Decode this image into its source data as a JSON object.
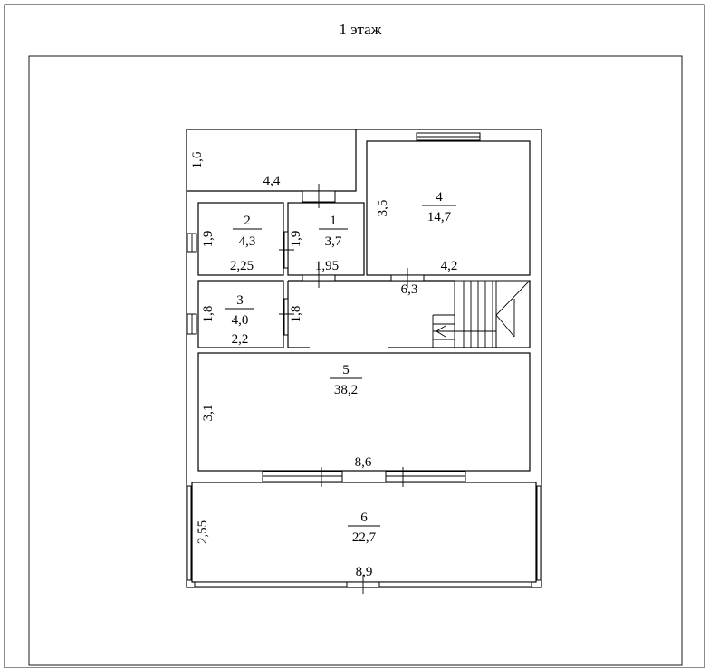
{
  "title": "1 этаж",
  "rooms": [
    {
      "id": "1",
      "number": "1",
      "area": "3,7"
    },
    {
      "id": "2",
      "number": "2",
      "area": "4,3"
    },
    {
      "id": "3",
      "number": "3",
      "area": "4,0"
    },
    {
      "id": "4",
      "number": "4",
      "area": "14,7"
    },
    {
      "id": "5",
      "number": "5",
      "area": "38,2"
    },
    {
      "id": "6",
      "number": "6",
      "area": "22,7"
    }
  ],
  "dimensions": {
    "porch_height": "1,6",
    "porch_width": "4,4",
    "room4_height": "3,5",
    "room4_width": "4,2",
    "room2_height": "1,9",
    "room2_width": "2,25",
    "room1_height": "1,9",
    "room1_width": "1,95",
    "room3_height": "1,8",
    "room3_width": "2,2",
    "room3_right_height": "1,8",
    "corridor_width": "6,3",
    "hall_height": "3,1",
    "hall_width": "8,6",
    "terrace_height": "2,55",
    "terrace_width": "8,9"
  }
}
